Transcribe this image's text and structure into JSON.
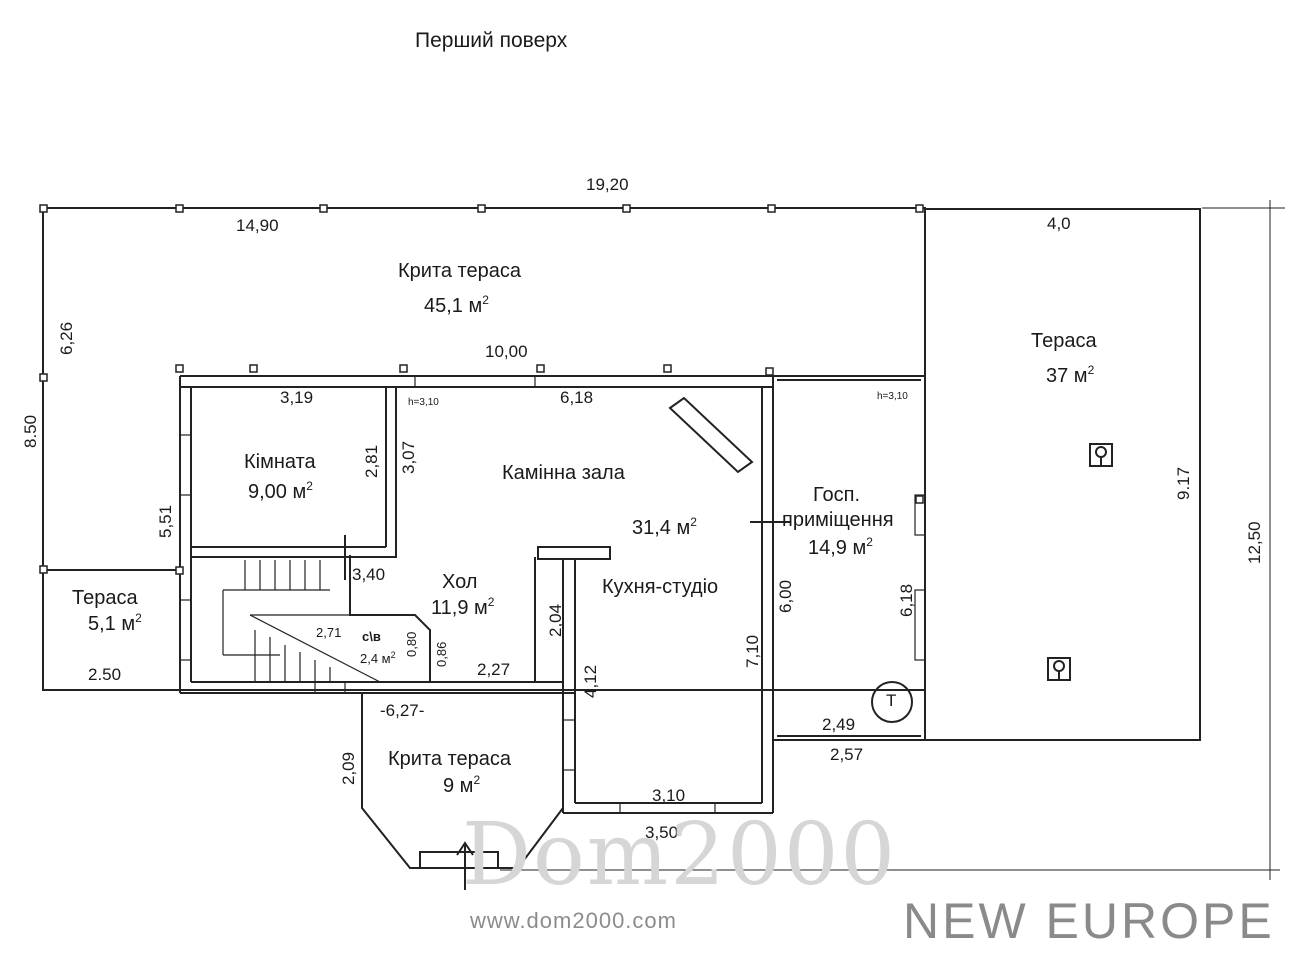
{
  "title": "Перший поверх",
  "rooms": {
    "covered_terrace_top": {
      "name": "Крита тераса",
      "area": "45,1 м",
      "sup": "2"
    },
    "terrace_right": {
      "name": "Тераса",
      "area": "37 м",
      "sup": "2"
    },
    "room": {
      "name": "Кімната",
      "area": "9,00 м",
      "sup": "2"
    },
    "fireplace_hall": {
      "name": "Камінна зала",
      "area": "31,4 м",
      "sup": "2"
    },
    "utility": {
      "name1": "Госп.",
      "name2": "приміщення",
      "area": "14,9 м",
      "sup": "2"
    },
    "terrace_left": {
      "name": "Тераса",
      "area": "5,1 м",
      "sup": "2"
    },
    "hall": {
      "name": "Хол",
      "area": "11,9 м",
      "sup": "2"
    },
    "kitchen": {
      "name": "Кухня-студіо"
    },
    "wc": {
      "name": "с\\в",
      "area": "2,4 м",
      "sup": "2"
    },
    "covered_terrace_bottom": {
      "name": "Крита тераса",
      "area": "9 м",
      "sup": "2"
    }
  },
  "dimensions": {
    "d_19_20": "19,20",
    "d_14_90": "14,90",
    "d_4_0": "4,0",
    "d_6_26": "6,26",
    "d_8_50": "8.50",
    "d_10_00": "10,00",
    "d_3_19": "3,19",
    "d_6_18_top": "6,18",
    "h_left": "h=3,10",
    "h_right": "h=3,10",
    "d_2_81": "2,81",
    "d_3_07": "3,07",
    "d_5_51": "5,51",
    "d_9_17": "9.17",
    "d_12_50": "12,50",
    "d_3_40": "3,40",
    "d_2_04": "2,04",
    "d_6_00": "6,00",
    "d_6_18_right": "6,18",
    "d_7_10": "7,10",
    "d_2_71": "2,71",
    "d_0_80": "0,80",
    "d_0_86": "0,86",
    "d_2_27": "2,27",
    "d_4_12": "4,12",
    "d_2_50": "2.50",
    "d_6_27": "-6,27-",
    "d_2_49": "2,49",
    "d_2_57": "2,57",
    "d_2_09": "2,09",
    "d_3_10": "3,10",
    "d_3_50": "3,50"
  },
  "symbols": {
    "boiler": "T"
  },
  "watermark": {
    "site": "www.dom2000.com",
    "logo": "Dom2000"
  },
  "brand": "NEW EUROPE"
}
